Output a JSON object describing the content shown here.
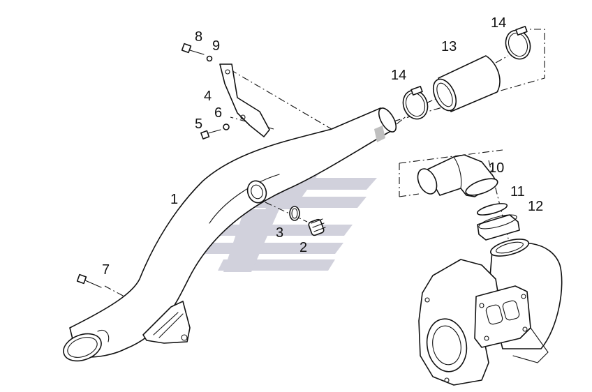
{
  "diagram": {
    "callouts": [
      "1",
      "2",
      "3",
      "4",
      "5",
      "6",
      "7",
      "8",
      "9",
      "10",
      "11",
      "12",
      "13",
      "14",
      "14"
    ]
  },
  "colors": {
    "line": "#111111",
    "background": "#ffffff",
    "watermark": "#c9c9d6"
  },
  "icons": {
    "watermark": "stylized-logo-watermark"
  }
}
